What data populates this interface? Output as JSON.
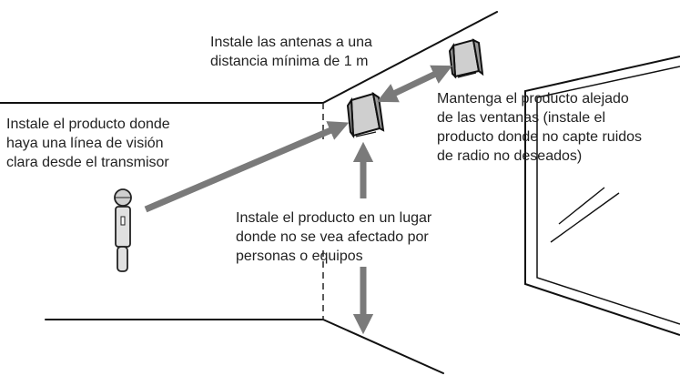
{
  "labels": {
    "antennas": [
      "Instale las antenas a una",
      "distancia mínima de 1 m"
    ],
    "line_of_sight": [
      "Instale el producto donde",
      "haya una línea de visión",
      "clara desde el transmisor"
    ],
    "windows": [
      "Mantenga el producto alejado",
      "de las ventanas (instale el",
      "producto donde no capte ruidos",
      "de radio no deseados)"
    ],
    "people": [
      "Instale el producto en un lugar",
      "donde no se vea afectado por",
      "personas o equipos"
    ]
  },
  "colors": {
    "line": "#111111",
    "arrow": "#7a7a7a",
    "device_fill": "#d9d9d9",
    "text": "#222222"
  }
}
